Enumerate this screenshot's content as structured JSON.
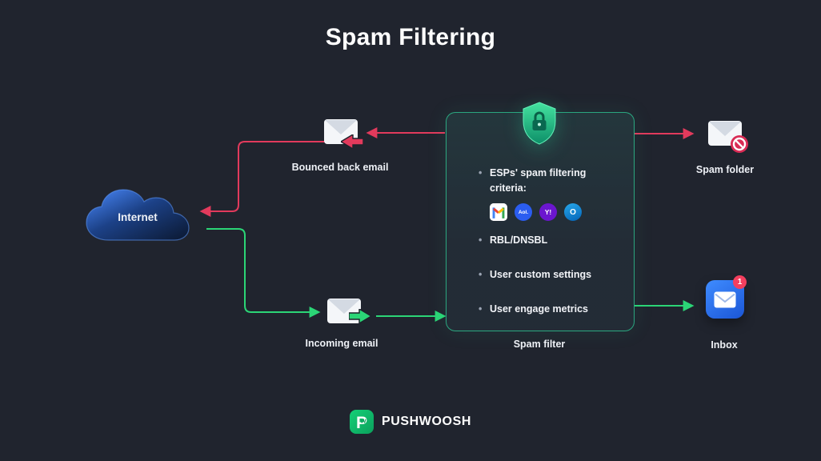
{
  "title": "Spam Filtering",
  "diagram": {
    "internet": {
      "label": "Internet"
    },
    "bounced_email": {
      "label": "Bounced back email"
    },
    "incoming_email": {
      "label": "Incoming email"
    },
    "spam_filter": {
      "label": "Spam filter",
      "criteria": [
        "ESPs' spam filtering criteria:",
        "RBL/DNSBL",
        "User custom settings",
        "User engage metrics"
      ],
      "esp_icons": [
        "gmail-icon",
        "aol-icon",
        "yahoo-icon",
        "outlook-icon"
      ],
      "aol_text": "Aol.",
      "yahoo_text": "Y!",
      "outlook_text": "O"
    },
    "spam_folder": {
      "label": "Spam folder"
    },
    "inbox": {
      "label": "Inbox",
      "badge": "1"
    }
  },
  "footer": {
    "brand": "PUSHWOOSH"
  },
  "colors": {
    "background": "#20242e",
    "red_arrow": "#e23a5c",
    "green_arrow": "#2bd576",
    "box_border": "#2fc893",
    "cloud_blue": "#3b7df8",
    "inbox_blue": "#2f6fe4"
  }
}
